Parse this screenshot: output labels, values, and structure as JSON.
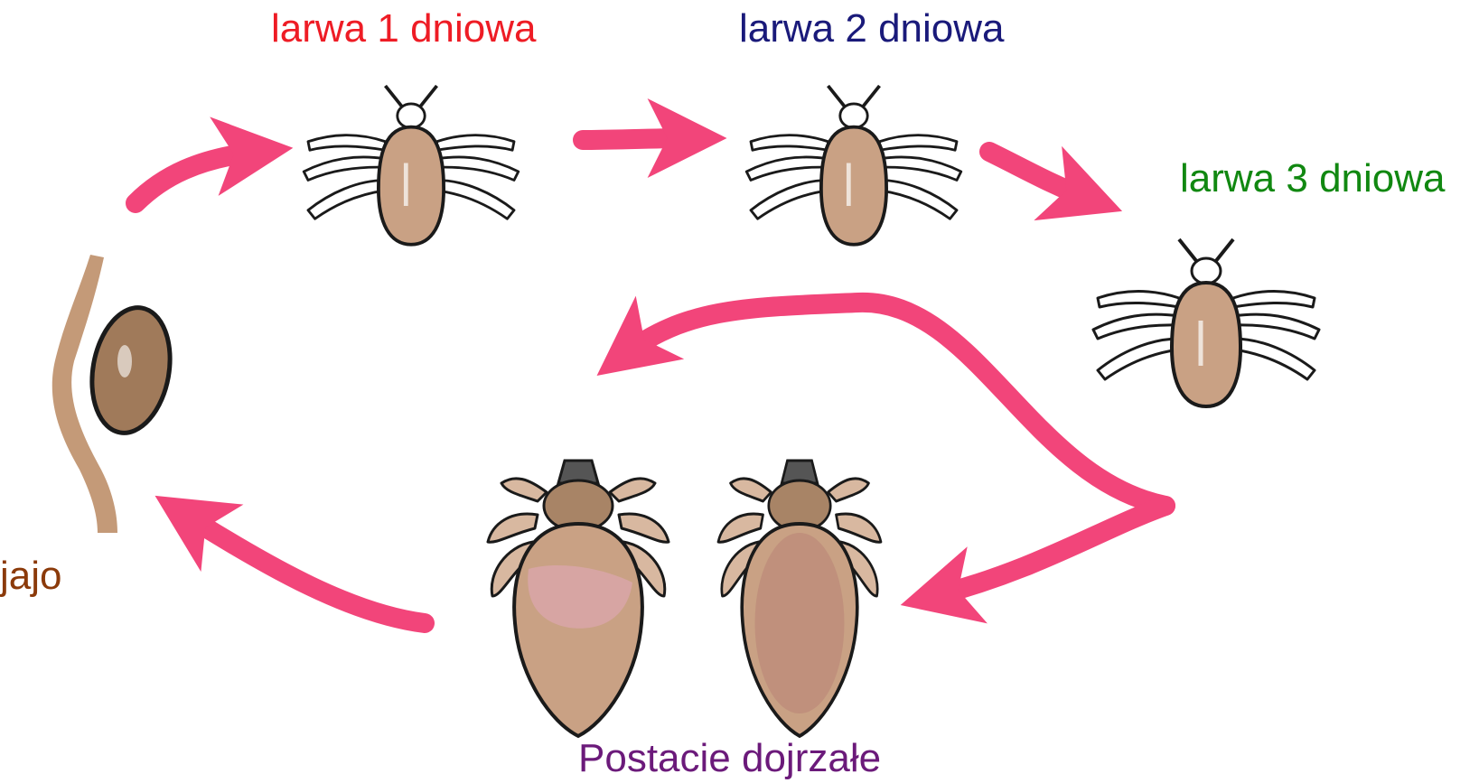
{
  "labels": {
    "larva1": "larwa 1 dniowa",
    "larva2": "larwa 2 dniowa",
    "larva3": "larwa 3 dniowa",
    "egg": "jajo",
    "adults": "Postacie dojrzałe"
  },
  "colors": {
    "larva1": "#ee1c25",
    "larva2": "#1a1a7a",
    "larva3": "#118811",
    "egg": "#8b3a0a",
    "adults": "#6b1a7a",
    "arrow": "#f2457a",
    "louse_body": "#c9a184",
    "louse_outline": "#1a1a1a",
    "adult_belly": "#d9a6a8",
    "nit_body": "#a07a5a",
    "hair": "#c49a78"
  },
  "icons": {
    "egg": "nit-on-hair-icon",
    "larva1": "louse-nymph-icon",
    "larva2": "louse-nymph-icon",
    "larva3": "louse-nymph-icon",
    "adult_male": "adult-louse-icon",
    "adult_female": "adult-louse-icon",
    "arrow": "cycle-arrow-icon"
  }
}
